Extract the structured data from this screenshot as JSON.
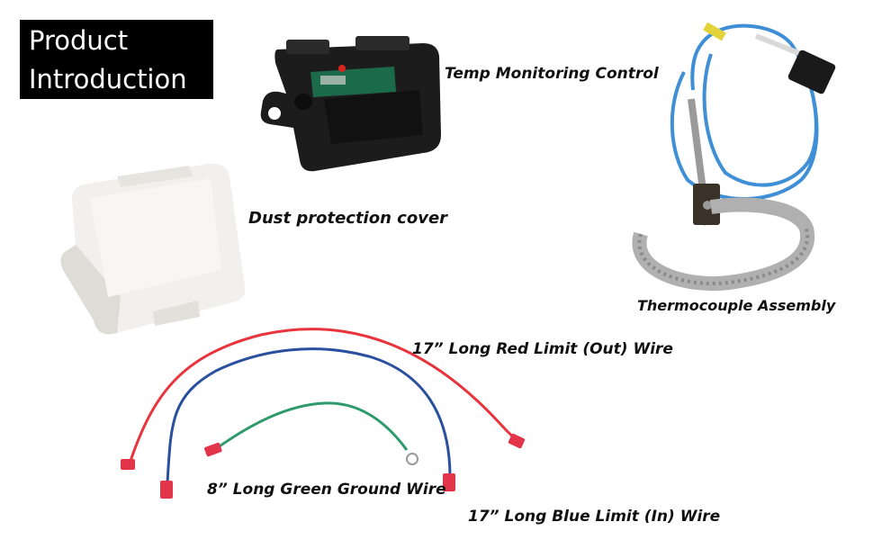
{
  "title": {
    "line1": "Product",
    "line2": "Introduction"
  },
  "labels": {
    "control": "Temp Monitoring Control",
    "cover": "Dust protection cover",
    "thermocouple": "Thermocouple Assembly",
    "red_wire": "17” Long Red Limit (Out) Wire",
    "green_wire": "8” Long Green Ground Wire",
    "blue_wire": "17” Long Blue Limit (In) Wire"
  },
  "colors": {
    "title_bg": "#000000",
    "red_wire": "#e8343c",
    "blue_wire": "#2a4f9e",
    "green_wire": "#2f9a6c",
    "thermo_wire": "#3f8fd6",
    "terminal": "#e2354a"
  }
}
